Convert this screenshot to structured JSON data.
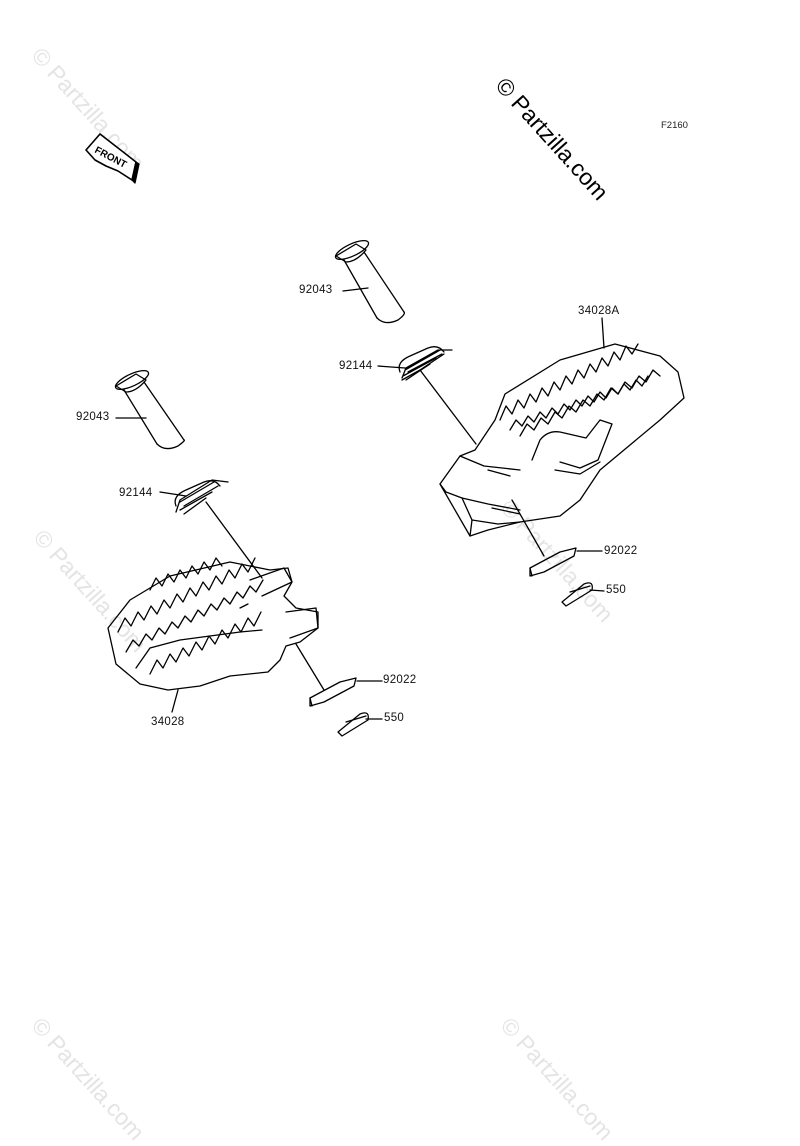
{
  "watermark": {
    "text": "© Partzilla.com"
  },
  "diagram_code": "F2160",
  "front_label": "FRONT",
  "parts": {
    "pin_right": "92043",
    "spring_right": "92144",
    "footpeg_right": "34028A",
    "washer_right": "92022",
    "cotter_right": "550",
    "pin_left": "92043",
    "spring_left": "92144",
    "footpeg_left": "34028",
    "washer_left": "92022",
    "cotter_left": "550"
  }
}
